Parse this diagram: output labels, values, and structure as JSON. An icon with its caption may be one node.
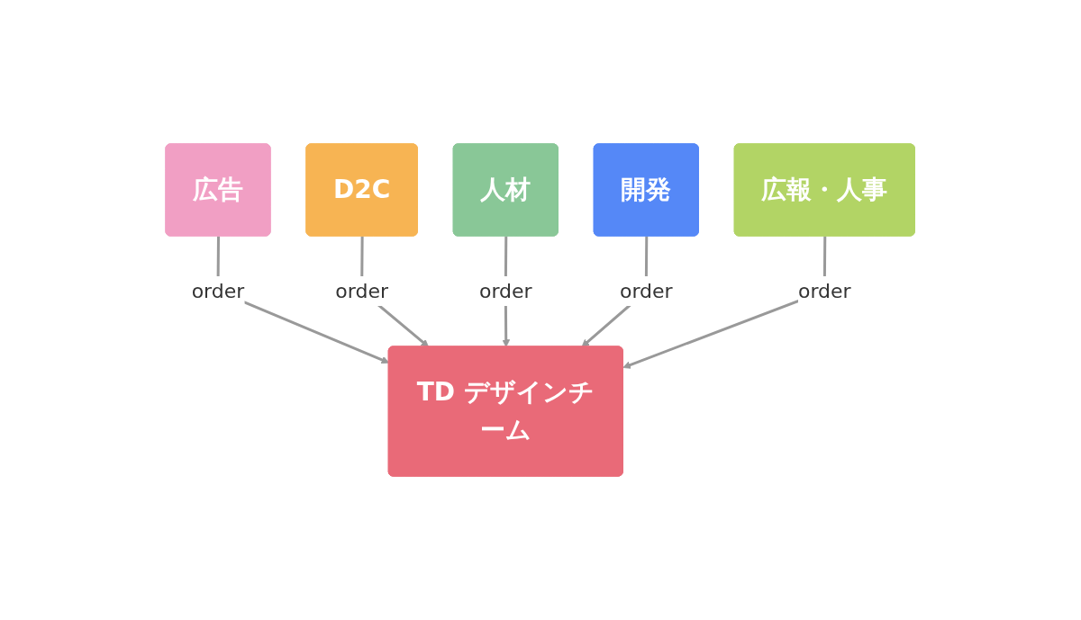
{
  "diagram": {
    "nodes": [
      {
        "text": [
          "広告"
        ]
      },
      {
        "text": [
          "D2C"
        ]
      },
      {
        "text": [
          "人材"
        ]
      },
      {
        "text": [
          "開発"
        ]
      },
      {
        "text": [
          "広報・人事"
        ]
      },
      {
        "text": [
          "TD デザインチーム"
        ]
      }
    ],
    "edges": [
      {
        "from": 0,
        "to": 5,
        "arrow": "to",
        "label": "order"
      },
      {
        "from": 1,
        "to": 5,
        "arrow": "to",
        "label": "order"
      },
      {
        "from": 2,
        "to": 5,
        "arrow": "to",
        "label": "order"
      },
      {
        "from": 3,
        "to": 5,
        "arrow": "to",
        "label": "order"
      },
      {
        "from": 4,
        "to": 5,
        "arrow": "to",
        "label": "order"
      }
    ]
  }
}
